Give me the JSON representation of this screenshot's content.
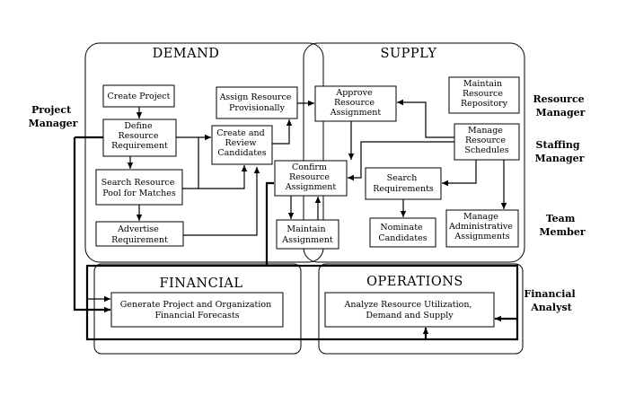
{
  "regions": {
    "demand": "DEMAND",
    "supply": "SUPPLY",
    "financial": "FINANCIAL",
    "operations": "OPERATIONS"
  },
  "roles": {
    "project_manager": [
      "Project",
      "Manager"
    ],
    "resource_manager": [
      "Resource",
      "Manager"
    ],
    "staffing_manager": [
      "Staffing",
      "Manager"
    ],
    "team_member": [
      "Team",
      "Member"
    ],
    "financial_analyst": [
      "Financial",
      "Analyst"
    ]
  },
  "nodes": {
    "create_project": [
      "Create Project"
    ],
    "define_resource_requirement": [
      "Define",
      "Resource",
      "Requirement"
    ],
    "search_resource_pool": [
      "Search Resource",
      "Pool for Matches"
    ],
    "advertise_requirement": [
      "Advertise",
      "Requirement"
    ],
    "assign_resource_provisionally": [
      "Assign Resource",
      "Provisionally"
    ],
    "create_review_candidates": [
      "Create and",
      "Review",
      "Candidates"
    ],
    "approve_resource_assignment": [
      "Approve",
      "Resource",
      "Assignment"
    ],
    "maintain_resource_repository": [
      "Maintain",
      "Resource",
      "Repository"
    ],
    "manage_resource_schedules": [
      "Manage",
      "Resource",
      "Schedules"
    ],
    "confirm_resource_assignment": [
      "Confirm",
      "Resource",
      "Assignment"
    ],
    "search_requirements": [
      "Search",
      "Requirements"
    ],
    "maintain_assignment": [
      "Maintain",
      "Assignment"
    ],
    "nominate_candidates": [
      "Nominate",
      "Candidates"
    ],
    "manage_administrative_assignments": [
      "Manage",
      "Administrative",
      "Assignments"
    ],
    "generate_forecasts": [
      "Generate Project and Organization",
      "Financial Forecasts"
    ],
    "analyze_utilization": [
      "Analyze Resource Utilization,",
      "Demand and Supply"
    ]
  }
}
